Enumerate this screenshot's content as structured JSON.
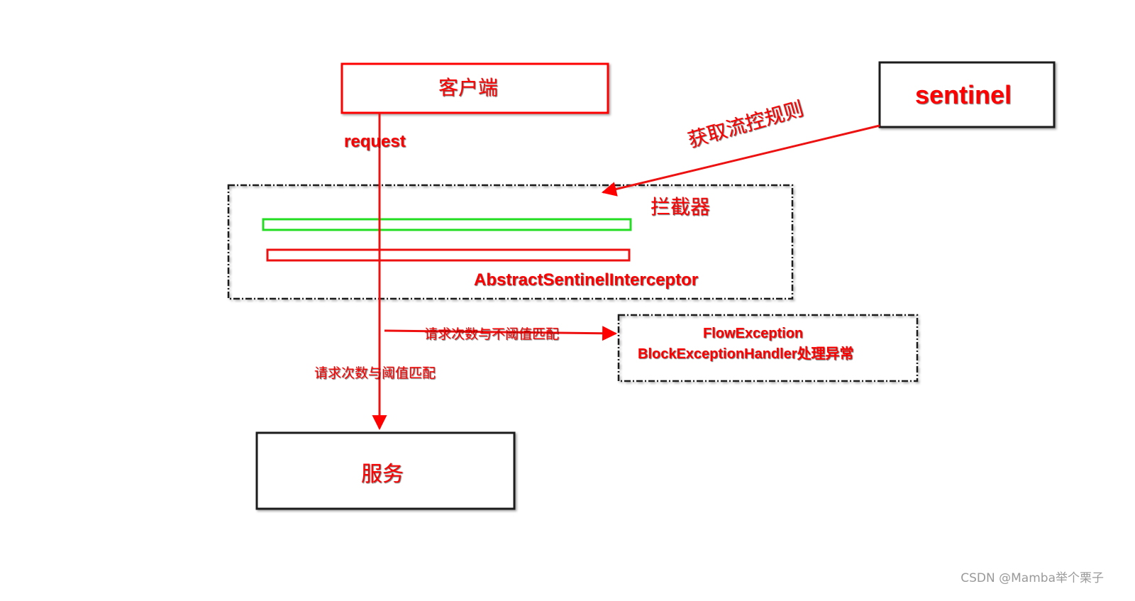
{
  "diagram": {
    "client_label": "客户端",
    "sentinel_label": "sentinel",
    "fetch_rules_label": "获取流控规则",
    "request_label": "request",
    "interceptor_label": "拦截器",
    "interceptor_class": "AbstractSentinelInterceptor",
    "mismatch_label": "请求次数与不阈值匹配",
    "match_label": "请求次数与阈值匹配",
    "exception_line1": "FlowException",
    "exception_line2": "BlockExceptionHandler处理异常",
    "service_label": "服务"
  },
  "colors": {
    "accent": "#ff0000",
    "box_border": "#1a1a1a",
    "filter_green": "#22dd22"
  },
  "watermark": "CSDN @Mamba举个栗子"
}
